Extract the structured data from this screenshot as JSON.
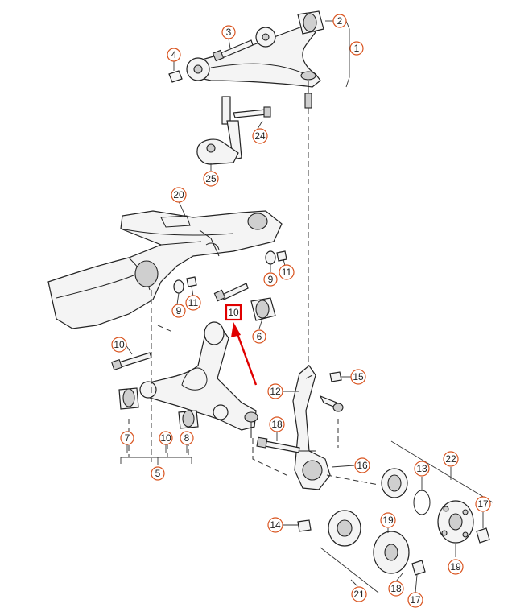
{
  "callouts": {
    "c1": "1",
    "c2": "2",
    "c3": "3",
    "c4": "4",
    "c5": "5",
    "c6": "6",
    "c7": "7",
    "c8": "8",
    "c9a": "9",
    "c9b": "9",
    "c10a": "10",
    "c10b": "10",
    "c11a": "11",
    "c11b": "11",
    "c12": "12",
    "c13": "13",
    "c14": "14",
    "c15": "15",
    "c16": "16",
    "c17a": "17",
    "c17b": "17",
    "c18a": "18",
    "c18b": "18",
    "c19a": "19",
    "c19b": "19",
    "c20": "20",
    "c21": "21",
    "c22": "22",
    "c24": "24",
    "c25": "25"
  },
  "highlight": {
    "label": "10",
    "color": "#e00000"
  },
  "colors": {
    "callout_ring": "#d9531e",
    "line": "#222222"
  }
}
